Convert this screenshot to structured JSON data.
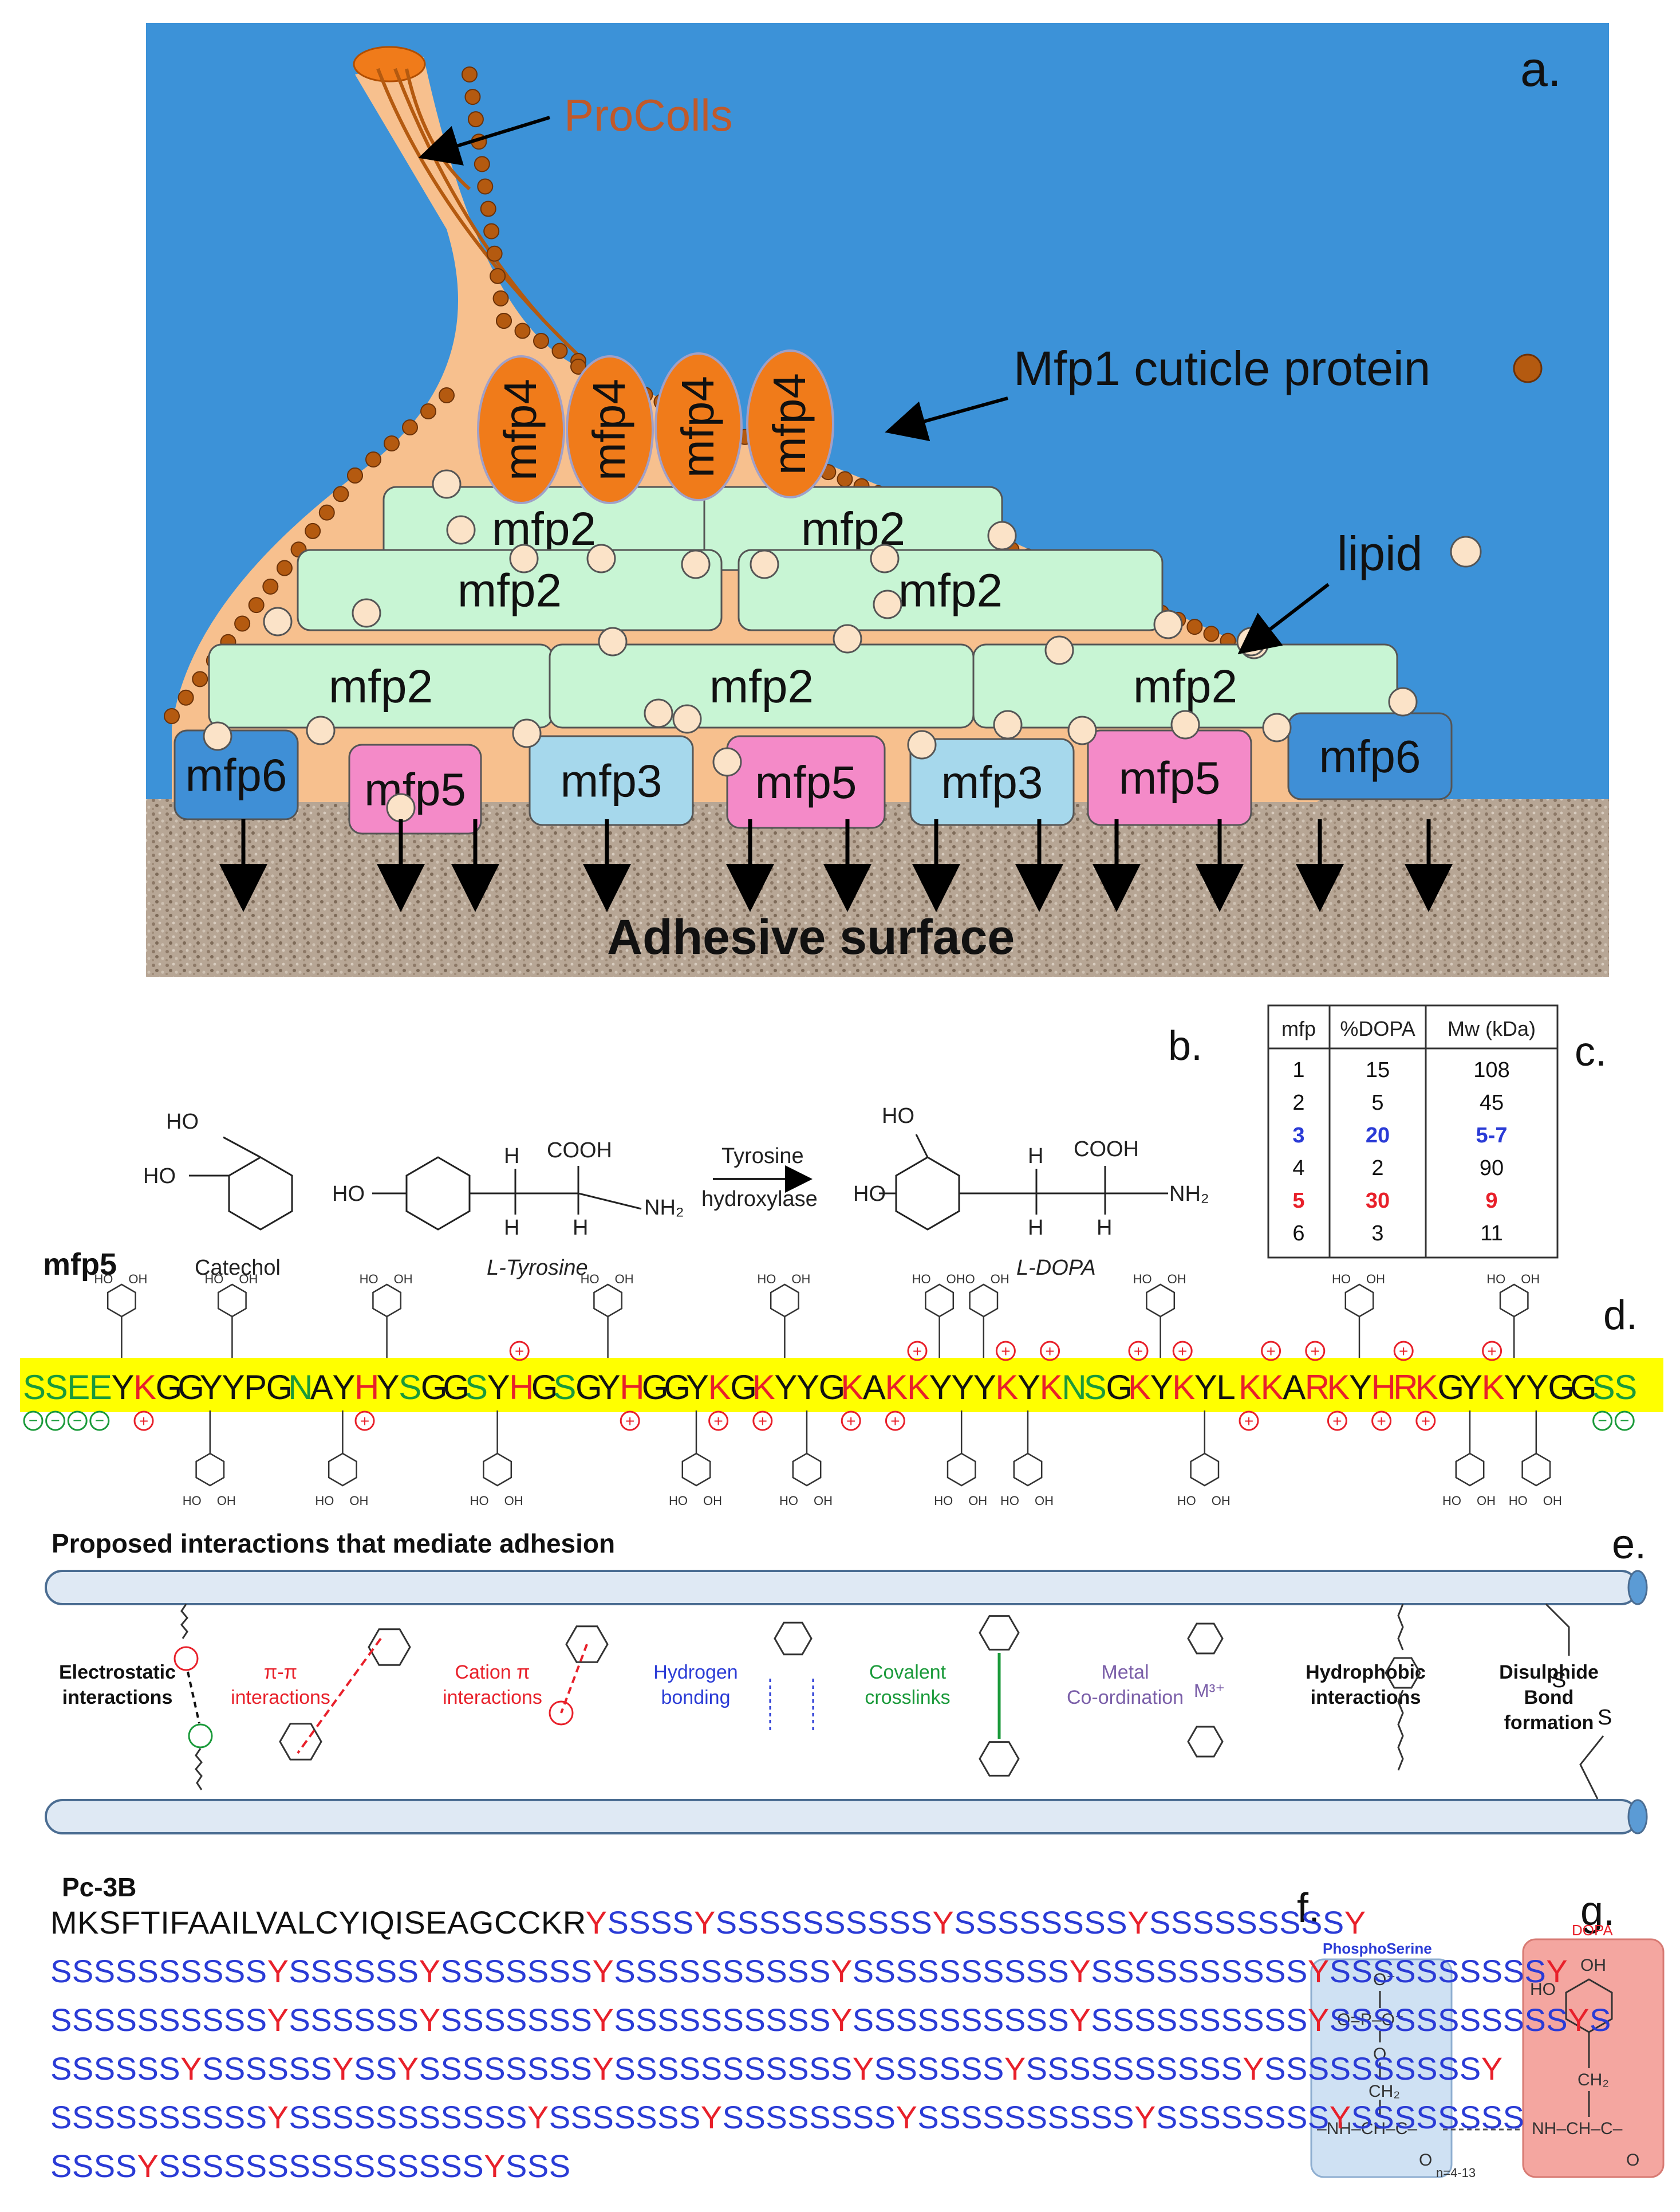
{
  "panel_labels": {
    "a": "a.",
    "b": "b.",
    "c": "c.",
    "d": "d.",
    "e": "e.",
    "f": "f.",
    "g": "g."
  },
  "panel_a": {
    "procolls": "ProColls",
    "mfp1": "Mfp1 cuticle protein",
    "lipid": "lipid",
    "surface": "Adhesive surface",
    "mfp4": "mfp4",
    "mfp2": "mfp2",
    "mfp6": "mfp6",
    "mfp5": "mfp5",
    "mfp3": "mfp3"
  },
  "panel_b": {
    "catechol": "Catechol",
    "tyrosine": "L-Tyrosine",
    "dopa": "L-DOPA",
    "enzyme_top": "Tyrosine",
    "enzyme_bottom": "hydroxylase",
    "ho": "HO",
    "cooh": "COOH",
    "nh2": "NH₂",
    "h": "H"
  },
  "panel_c": {
    "headers": [
      "mfp",
      "%DOPA",
      "Mw (kDa)"
    ],
    "rows": [
      {
        "mfp": "1",
        "dopa": "15",
        "mw": "108",
        "color": "#111111"
      },
      {
        "mfp": "2",
        "dopa": "5",
        "mw": "45",
        "color": "#111111"
      },
      {
        "mfp": "3",
        "dopa": "20",
        "mw": "5-7",
        "color": "#2a3bd6"
      },
      {
        "mfp": "4",
        "dopa": "2",
        "mw": "90",
        "color": "#111111"
      },
      {
        "mfp": "5",
        "dopa": "30",
        "mw": "9",
        "color": "#e8202a"
      },
      {
        "mfp": "6",
        "dopa": "3",
        "mw": "11",
        "color": "#111111"
      }
    ]
  },
  "panel_d": {
    "title": "mfp5",
    "sequence": "SSEEYKGGYYPGNAYHYSGGSYHGSGYHGGYKGKYYGKAKKYYYKYKNSGKYKYLKKARKYHRKGYKYYGGSS",
    "highlight_color": "#ffff00"
  },
  "panel_e": {
    "title": "Proposed interactions that mediate adhesion",
    "interactions": [
      {
        "line1": "Electrostatic",
        "line2": "interactions",
        "color": "#111111"
      },
      {
        "line1": "π-π",
        "line2": "interactions",
        "color": "#e8202a"
      },
      {
        "line1": "Cation π",
        "line2": "interactions",
        "color": "#e8202a"
      },
      {
        "line1": "Hydrogen",
        "line2": "bonding",
        "color": "#2a3bd6"
      },
      {
        "line1": "Covalent",
        "line2": "crosslinks",
        "color": "#1a9a3a"
      },
      {
        "line1": "Metal",
        "line2": "Co-ordination",
        "color": "#7a5ea8"
      },
      {
        "line1": "Hydrophobic",
        "line2": "interactions",
        "color": "#111111"
      },
      {
        "line1": "Disulphide",
        "line2": "Bond",
        "line3": "formation",
        "color": "#111111"
      }
    ]
  },
  "panel_f": {
    "title": "Pc-3B",
    "line1_black": "MKSFTIFAAILVALCYIQISEAGCCKR",
    "line1_rest": "YSSSSYSSSSSSSSSSYSSSSSSSSYSSSSSSSSSY",
    "line2": "SSSSSSSSSSYSSSSSSYSSSSSSSYSSSSSSSSSSYSSSSSSSSSSYSSSSSSSSSSYSSSSSSSSSSY",
    "line3": "SSSSSSSSSSYSSSSSSYSSSSSSSYSSSSSSSSSSYSSSSSSSSSSYSSSSSSSSSSYSSSSSSSSSSSYS",
    "line4": "SSSSSSYSSSSSSYSSYSSSSSSSSYSSSSSSSSSSSYSSSSSSYSSSSSSSSSSYSSSSSSSSSSY",
    "line5": "SSSSSSSSSSYSSSSSSSSSSSYSSSSSSSYSSSSSSSSYSSSSSSSSSSYSSSSSSSSYSSSSSSSS",
    "line6": "SSSSYSSSSSSSSSSSSSSSYSSS",
    "phosphoserine": "PhosphoSerine",
    "dopa_label": "DOPA",
    "repeat": "n=4-13"
  }
}
